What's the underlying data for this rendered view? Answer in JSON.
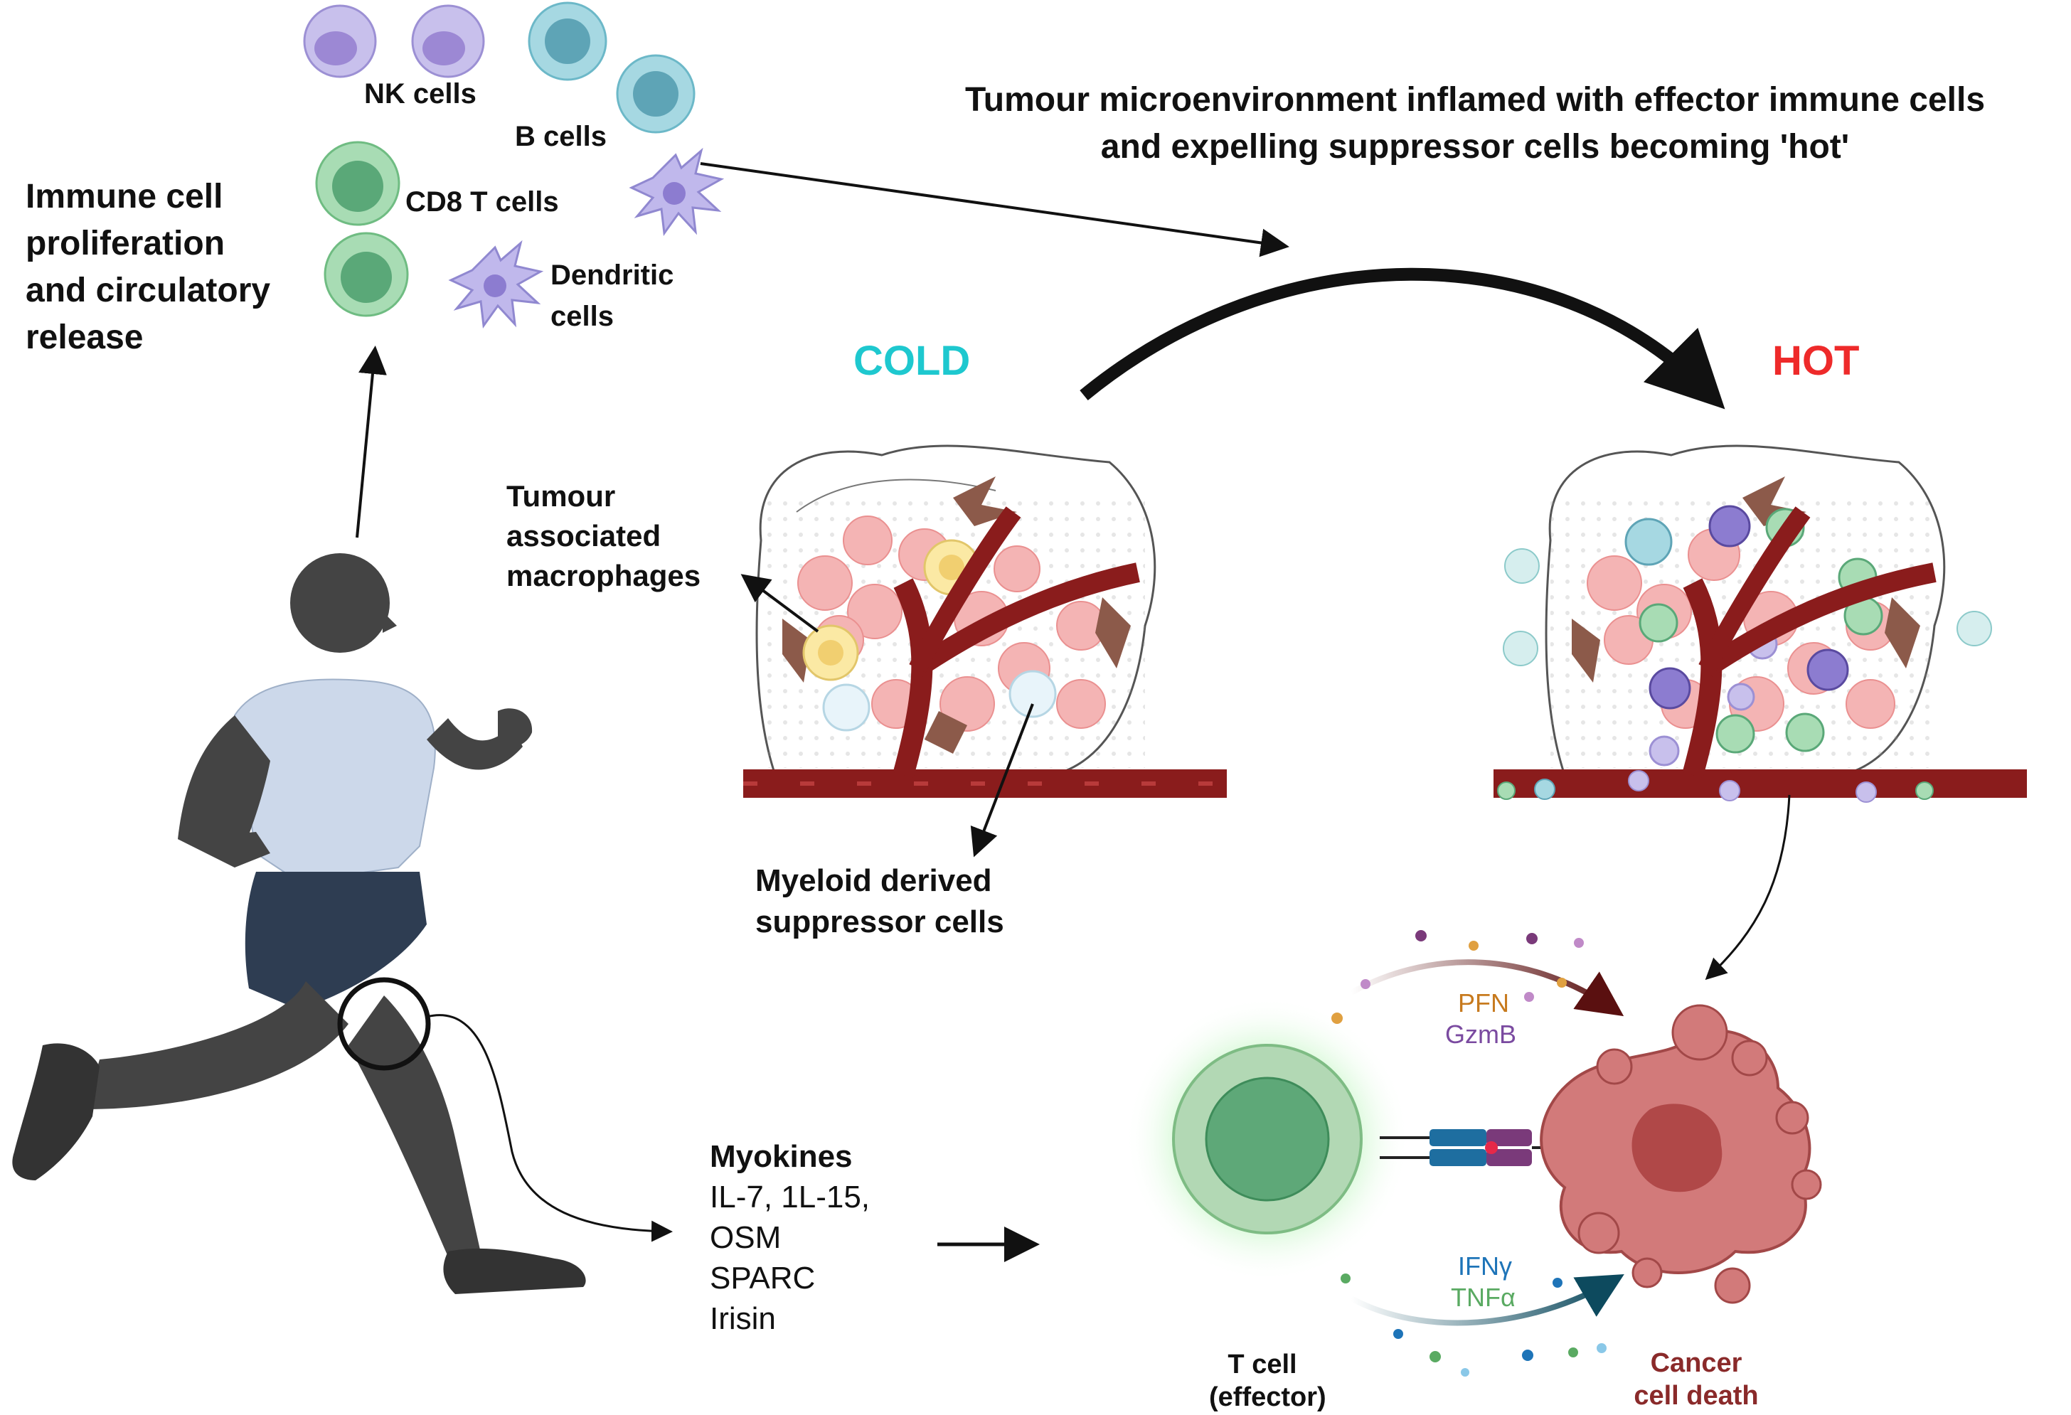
{
  "left": {
    "heading": [
      "Immune cell",
      "proliferation",
      "and circulatory",
      "release"
    ]
  },
  "cells": {
    "nk": "NK cells",
    "b": "B cells",
    "cd8": "CD8 T cells",
    "dendritic": [
      "Dendritic",
      "cells"
    ]
  },
  "title": [
    "Tumour microenvironment inflamed with effector immune cells",
    "and expelling suppressor cells becoming 'hot'"
  ],
  "states": {
    "cold": "COLD",
    "hot": "HOT"
  },
  "tam": [
    "Tumour",
    "associated",
    "macrophages"
  ],
  "mdsc": [
    "Myeloid derived",
    "suppressor cells"
  ],
  "myokines": {
    "heading": "Myokines",
    "items": [
      "IL-7, 1L-15,",
      "OSM",
      "SPARC",
      "Irisin"
    ]
  },
  "cytokines": {
    "pfn": "PFN",
    "gzmb": "GzmB",
    "ifng": "IFNγ",
    "tnfa": "TNFα"
  },
  "tcell": [
    "T cell",
    "(effector)"
  ],
  "cancer": [
    "Cancer",
    "cell death"
  ],
  "colors": {
    "cold": "#1ec8cf",
    "hot": "#ee2a2a",
    "pfn": "#c77a1e",
    "gzmb": "#7a4aa0",
    "ifng": "#1e74b8",
    "tnfa": "#5aaa62",
    "vessel": "#8a1c1c",
    "cancer": "#c96a6a"
  }
}
